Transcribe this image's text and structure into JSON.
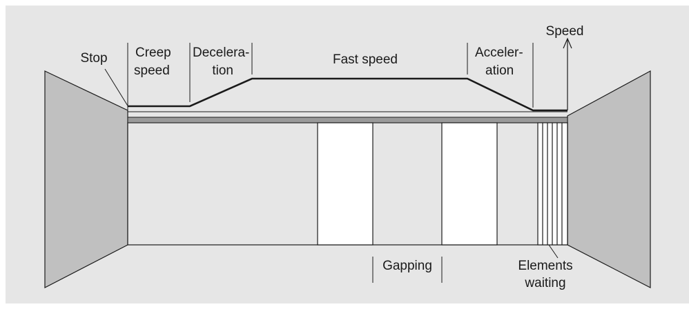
{
  "diagram": {
    "labels": {
      "stop": "Stop",
      "creep_line1": "Creep",
      "creep_line2": "speed",
      "decel_line1": "Decelera-",
      "decel_line2": "tion",
      "fast": "Fast speed",
      "accel_line1": "Acceler-",
      "accel_line2": "ation",
      "speed": "Speed",
      "gapping": "Gapping",
      "waiting_line1": "Elements",
      "waiting_line2": "waiting"
    },
    "colors": {
      "background": "#e6e6e6",
      "side_wall": "#c0c0c0",
      "floor": "#e6e6e6",
      "top_rail": "#9a9a9a",
      "element": "#ffffff",
      "line": "#1a1a1a"
    }
  }
}
